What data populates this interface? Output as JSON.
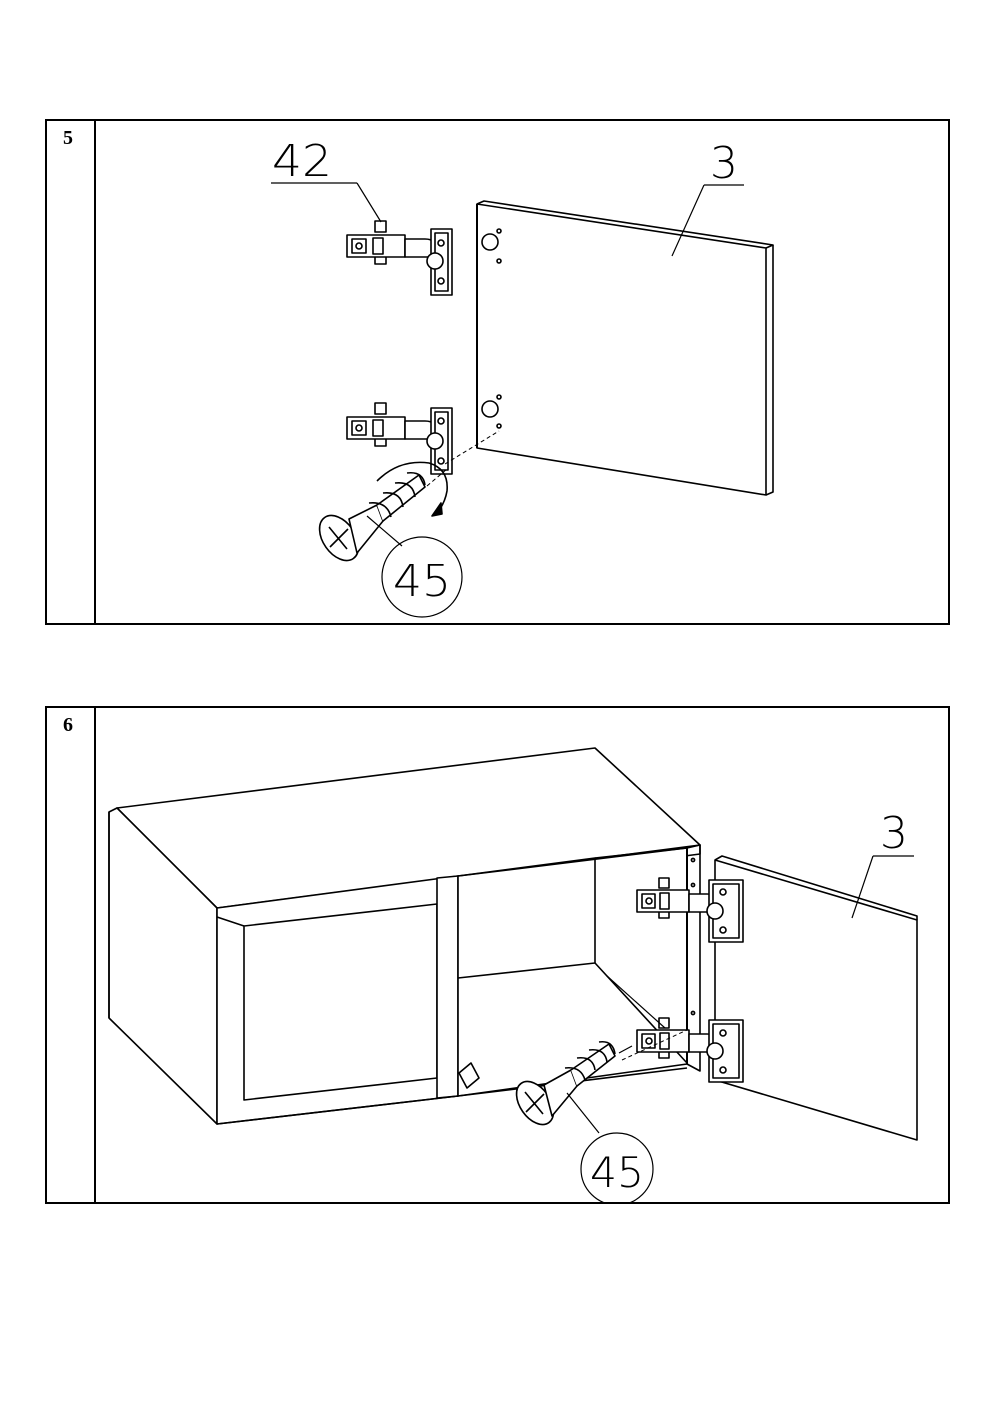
{
  "steps": [
    {
      "number": "5",
      "callouts": {
        "hinge": "42",
        "door": "3",
        "screw": "45"
      }
    },
    {
      "number": "6",
      "callouts": {
        "door": "3",
        "screw": "45"
      }
    }
  ],
  "colors": {
    "line": "#000000",
    "background": "#ffffff"
  }
}
